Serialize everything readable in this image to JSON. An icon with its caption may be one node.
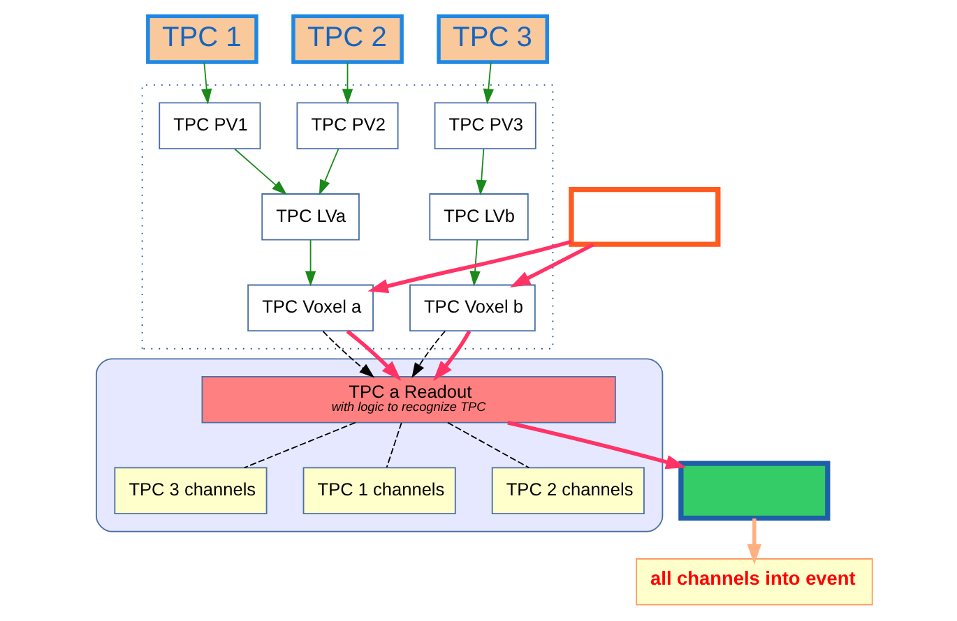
{
  "diagram": {
    "nodes": [
      {
        "text": [
          "TPC 1"
        ]
      },
      {
        "text": [
          "TPC 2"
        ]
      },
      {
        "text": [
          "TPC 3"
        ]
      },
      {
        "text": [],
        "shape": "box"
      },
      {
        "text": [
          "TPC PV1"
        ],
        "in": 3
      },
      {
        "text": [
          "TPC PV2"
        ],
        "in": 3
      },
      {
        "text": [
          "TPC PV3"
        ],
        "in": 3
      },
      {
        "text": [
          "TPC LVa"
        ],
        "in": 3
      },
      {
        "text": [
          "TPC LVb"
        ],
        "in": 3
      },
      {
        "text": [
          "TPC Voxel a"
        ],
        "in": 3
      },
      {
        "text": [
          "TPC Voxel b"
        ],
        "in": 3
      },
      {
        "text": [],
        "shape": "box"
      },
      {
        "text": [],
        "shape": "box"
      },
      {
        "text": [
          "TPC a Readout",
          "with logic to recognize TPC"
        ],
        "in": 12
      },
      {
        "text": [
          "TPC 1 channels"
        ],
        "in": 12
      },
      {
        "text": [
          "TPC 2 channels"
        ],
        "in": 12
      },
      {
        "text": [
          "TPC 3 channels"
        ],
        "in": 12
      },
      {
        "text": [],
        "shape": "box"
      },
      {
        "text": [
          "all channels into event"
        ]
      }
    ],
    "edges": [
      {
        "from": 0,
        "to": 4,
        "arrow": "to",
        "color": "#1a8a1a"
      },
      {
        "from": 1,
        "to": 5,
        "arrow": "to",
        "color": "#1a8a1a"
      },
      {
        "from": 2,
        "to": 6,
        "arrow": "to",
        "color": "#1a8a1a"
      },
      {
        "from": 4,
        "to": 7,
        "arrow": "to",
        "color": "#1a8a1a"
      },
      {
        "from": 5,
        "to": 7,
        "arrow": "to",
        "color": "#1a8a1a"
      },
      {
        "from": 6,
        "to": 8,
        "arrow": "to",
        "color": "#1a8a1a"
      },
      {
        "from": 7,
        "to": 9,
        "arrow": "to",
        "color": "#1a8a1a"
      },
      {
        "from": 8,
        "to": 10,
        "arrow": "to",
        "color": "#1a8a1a"
      },
      {
        "from": 11,
        "to": 9,
        "arrow": "to",
        "style": "thick",
        "color": "#ff3366"
      },
      {
        "from": 11,
        "to": 10,
        "arrow": "to",
        "style": "thick",
        "color": "#ff3366"
      },
      {
        "from": 9,
        "to": 13,
        "arrow": "to",
        "style": "dashed",
        "color": "#000000"
      },
      {
        "from": 9,
        "to": 13,
        "arrow": "to",
        "style": "thick",
        "color": "#ff3366"
      },
      {
        "from": 10,
        "to": 13,
        "arrow": "to",
        "style": "dashed",
        "color": "#000000"
      },
      {
        "from": 10,
        "to": 13,
        "arrow": "to",
        "style": "thick",
        "color": "#ff3366"
      },
      {
        "from": 13,
        "to": 14,
        "arrow": "none",
        "style": "dashed",
        "color": "#000000"
      },
      {
        "from": 13,
        "to": 15,
        "arrow": "none",
        "style": "dashed",
        "color": "#000000"
      },
      {
        "from": 13,
        "to": 16,
        "arrow": "none",
        "style": "dashed",
        "color": "#000000"
      },
      {
        "from": 13,
        "to": 17,
        "arrow": "to",
        "style": "thick",
        "color": "#ff3366"
      },
      {
        "from": 17,
        "to": 18,
        "arrow": "to",
        "style": "thick",
        "color": "#ffb080"
      }
    ]
  }
}
